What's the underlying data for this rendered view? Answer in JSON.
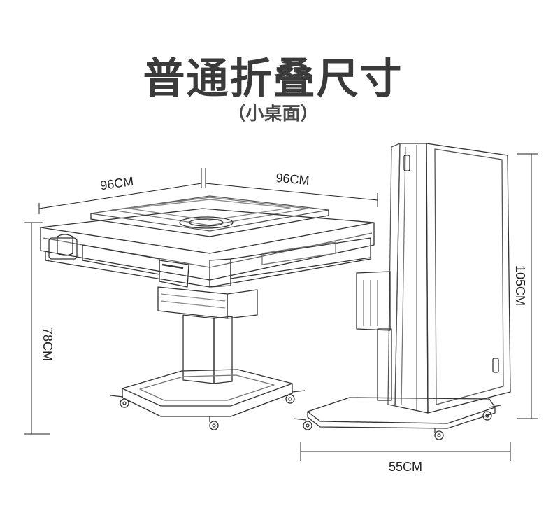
{
  "title": "普通折叠尺寸",
  "subtitle": "（小桌面）",
  "dimensions": {
    "width_left": "96CM",
    "width_right": "96CM",
    "height_open": "78CM",
    "height_folded": "105CM",
    "depth_folded": "55CM"
  }
}
